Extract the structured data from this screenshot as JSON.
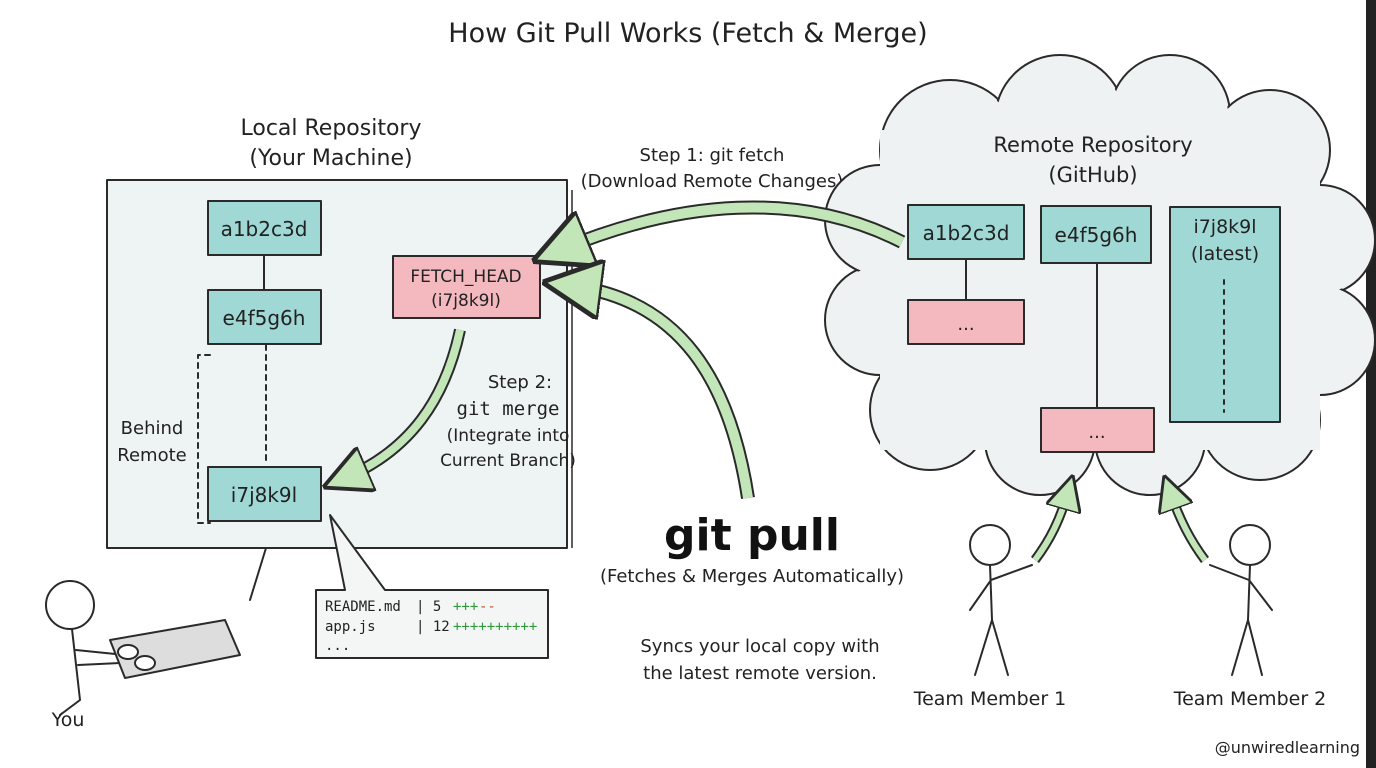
{
  "title": "How Git Pull Works (Fetch & Merge)",
  "colors": {
    "commit": "#9fd8d4",
    "pending": "#f3b9bf",
    "arrow": "#c2e6b8",
    "panel": "#eef3f3"
  },
  "local": {
    "label_line1": "Local Repository",
    "label_line2": "(Your Machine)",
    "commits": [
      "a1b2c3d",
      "e4f5g6h",
      "i7j8k9l"
    ],
    "behind_line1": "Behind",
    "behind_line2": "Remote",
    "fetch_head_line1": "FETCH_HEAD",
    "fetch_head_line2": "(i7j8k9l)"
  },
  "step1": {
    "line1": "Step 1: git fetch",
    "line2": "(Download Remote Changes)"
  },
  "step2": {
    "line1": "Step 2:",
    "line2": "git merge",
    "line3": "(Integrate into",
    "line4": "Current Branch)"
  },
  "remote": {
    "label_line1": "Remote Repository",
    "label_line2": "(GitHub)",
    "commit1": "a1b2c3d",
    "commit2": "e4f5g6h",
    "commit3_line1": "i7j8k9l",
    "commit3_line2": "(latest)",
    "ellipsis": "..."
  },
  "git_pull": {
    "label": "git pull",
    "subtitle": "(Fetches & Merges Automatically)"
  },
  "diffstat": {
    "rows": [
      {
        "file": "README.md",
        "count": "| 5",
        "plus": "+++",
        "minus": "--"
      },
      {
        "file": "app.js",
        "count": "| 12",
        "plus": "++++++++++",
        "minus": ""
      }
    ],
    "more": "..."
  },
  "note": {
    "line1": "Syncs your local copy with",
    "line2": "the latest remote version."
  },
  "people": {
    "you": "You",
    "member1": "Team Member 1",
    "member2": "Team Member 2"
  },
  "credit": "@unwiredlearning"
}
